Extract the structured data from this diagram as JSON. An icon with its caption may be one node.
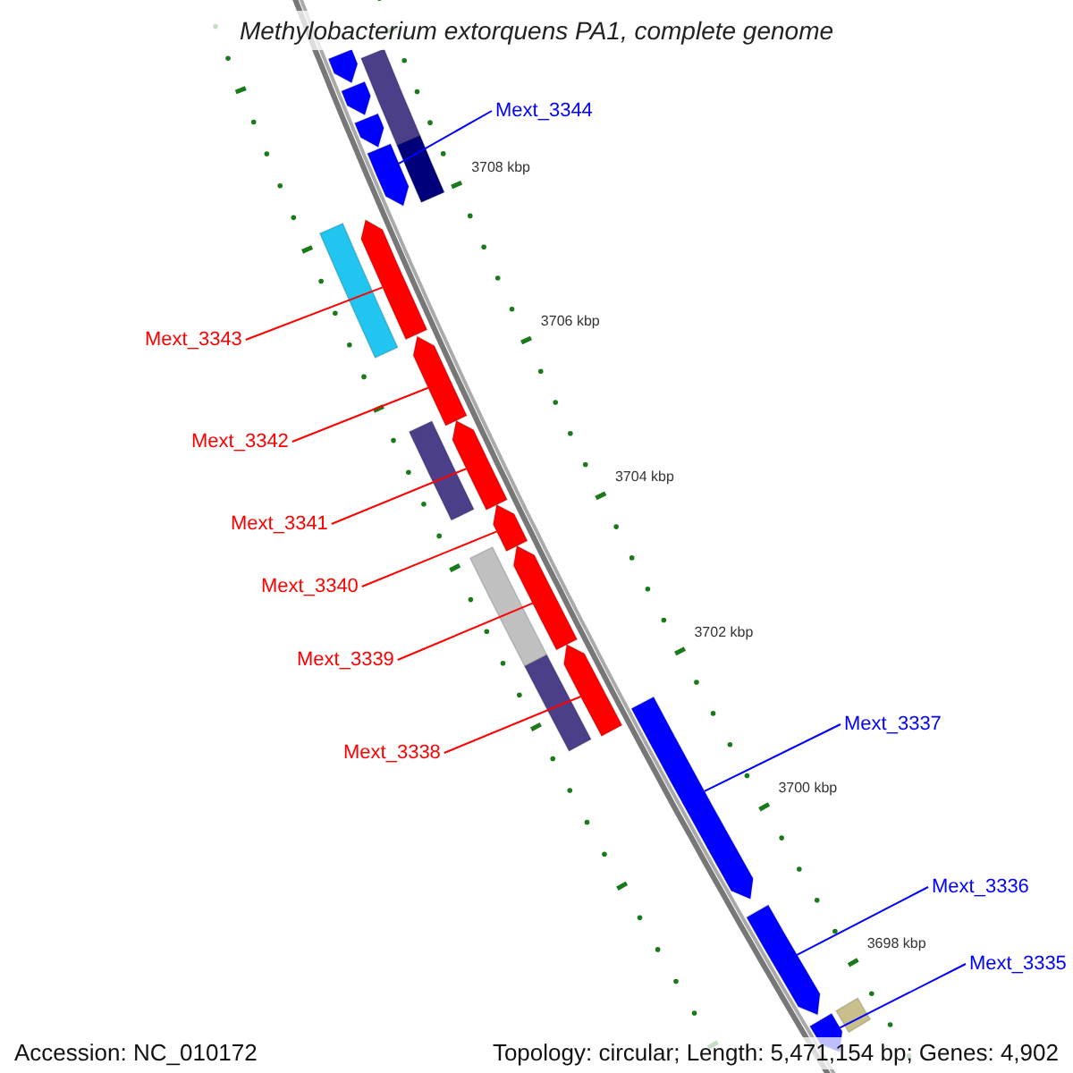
{
  "diagram": {
    "title": "Methylobacterium extorquens PA1, complete genome",
    "nodes": [
      {
        "text": [
          "Mext_3344"
        ]
      },
      {
        "text": [
          "Mext_3343"
        ]
      },
      {
        "text": [
          "Mext_3342"
        ]
      },
      {
        "text": [
          "Mext_3341"
        ]
      },
      {
        "text": [
          "Mext_3340"
        ]
      },
      {
        "text": [
          "Mext_3339"
        ]
      },
      {
        "text": [
          "Mext_3338"
        ]
      },
      {
        "text": [
          "Mext_3337"
        ]
      },
      {
        "text": [
          "Mext_3336"
        ]
      },
      {
        "text": [
          "Mext_3335"
        ]
      },
      {
        "text": [],
        "shape": "bar"
      },
      {
        "text": [],
        "shape": "box"
      },
      {
        "text": [],
        "shape": "bar"
      },
      {
        "text": [],
        "shape": "bar"
      },
      {
        "text": [],
        "shape": "bar"
      },
      {
        "text": [],
        "shape": "box"
      },
      {
        "text": [],
        "shape": "box"
      },
      {
        "text": [],
        "shape": "bar"
      },
      {
        "text": [],
        "shape": "bar"
      },
      {
        "text": [],
        "shape": "box"
      },
      {
        "text": [],
        "shape": "bar"
      },
      {
        "text": [],
        "shape": "bar"
      },
      {
        "text": [],
        "shape": "box"
      },
      {
        "text": [],
        "shape": "bar"
      },
      {
        "text": [],
        "shape": "box"
      },
      {
        "text": [],
        "shape": "bar"
      },
      {
        "text": [],
        "shape": "bar"
      },
      {
        "text": [],
        "shape": "bar"
      },
      {
        "text": [],
        "shape": "bar"
      },
      {
        "text": [],
        "shape": "box"
      }
    ],
    "edges": [
      {
        "from": 0,
        "to": 14,
        "arrow": "none",
        "color": "#0000ff"
      },
      {
        "from": 1,
        "to": 17,
        "arrow": "none"
      },
      {
        "from": 2,
        "to": 18,
        "arrow": "none"
      },
      {
        "from": 3,
        "to": 20,
        "arrow": "none"
      },
      {
        "from": 4,
        "to": 21,
        "arrow": "none"
      },
      {
        "from": 5,
        "to": 23,
        "arrow": "none"
      },
      {
        "from": 6,
        "to": 25,
        "arrow": "none"
      },
      {
        "from": 7,
        "to": 26,
        "arrow": "none",
        "color": "#0000ff"
      },
      {
        "from": 8,
        "to": 27,
        "arrow": "none",
        "color": "#0000ff"
      },
      {
        "from": 9,
        "to": 28,
        "arrow": "none",
        "color": "#0000ff"
      }
    ],
    "labels": [
      "3708 kbp",
      "3706 kbp",
      "3704 kbp",
      "3702 kbp",
      "3700 kbp",
      "3698 kbp",
      "Accession: NC_010172",
      "Topology: circular; Length: 5,471,154 bp; Genes: 4,902"
    ]
  }
}
